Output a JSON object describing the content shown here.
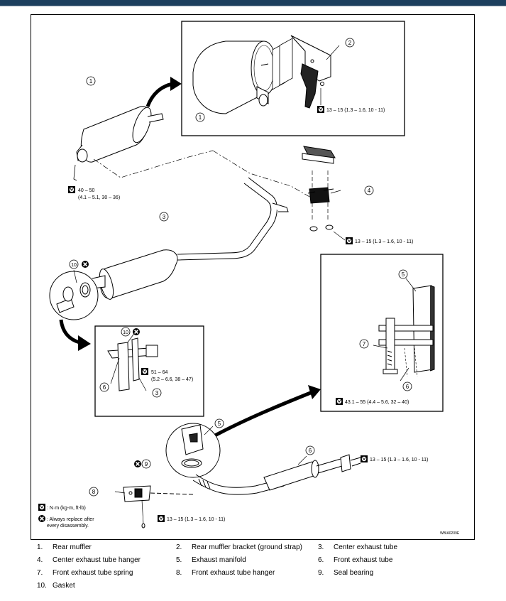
{
  "torque": {
    "muffler_mount": "40 – 50",
    "muffler_mount_conv": "(4.1 – 5.1, 30 – 36)",
    "bracket": "13 – 15 (1.3 – 1.6, 10 - 11)",
    "hanger_nut": "13 – 15 (1.3 – 1.6, 10 - 11)",
    "flange_top": "51 – 64",
    "flange_top_conv": "(5.2 – 6.6, 38 – 47)",
    "manifold": "43.1 – 55 (4.4 – 5.6, 32 – 40)",
    "front_hanger_stud": "13 – 15 (1.3 – 1.6, 10 - 11)",
    "front_hanger_bolt": "13 – 15 (1.3 – 1.6, 10 - 11)"
  },
  "callouts": {
    "c1": "1",
    "c2": "2",
    "c3": "3",
    "c4": "4",
    "c5": "5",
    "c6": "6",
    "c7": "7",
    "c8": "8",
    "c9": "9",
    "c10": "10"
  },
  "key": {
    "torque_unit": ": N·m (kg-m, ft-lb)",
    "replace_line1": ": Always replace after",
    "replace_line2": "every disassembly."
  },
  "figure_code": "WBIA0209E",
  "legend": [
    [
      {
        "n": "1.",
        "label": "Rear muffler"
      },
      {
        "n": "2.",
        "label": "Rear muffler bracket (ground strap)"
      },
      {
        "n": "3.",
        "label": "Center exhaust tube"
      }
    ],
    [
      {
        "n": "4.",
        "label": "Center exhaust tube hanger"
      },
      {
        "n": "5.",
        "label": "Exhaust manifold"
      },
      {
        "n": "6.",
        "label": "Front exhaust tube"
      }
    ],
    [
      {
        "n": "7.",
        "label": "Front exhaust tube spring"
      },
      {
        "n": "8.",
        "label": "Front exhaust tube hanger"
      },
      {
        "n": "9.",
        "label": "Seal bearing"
      }
    ],
    [
      {
        "n": "10.",
        "label": "Gasket"
      }
    ]
  ]
}
